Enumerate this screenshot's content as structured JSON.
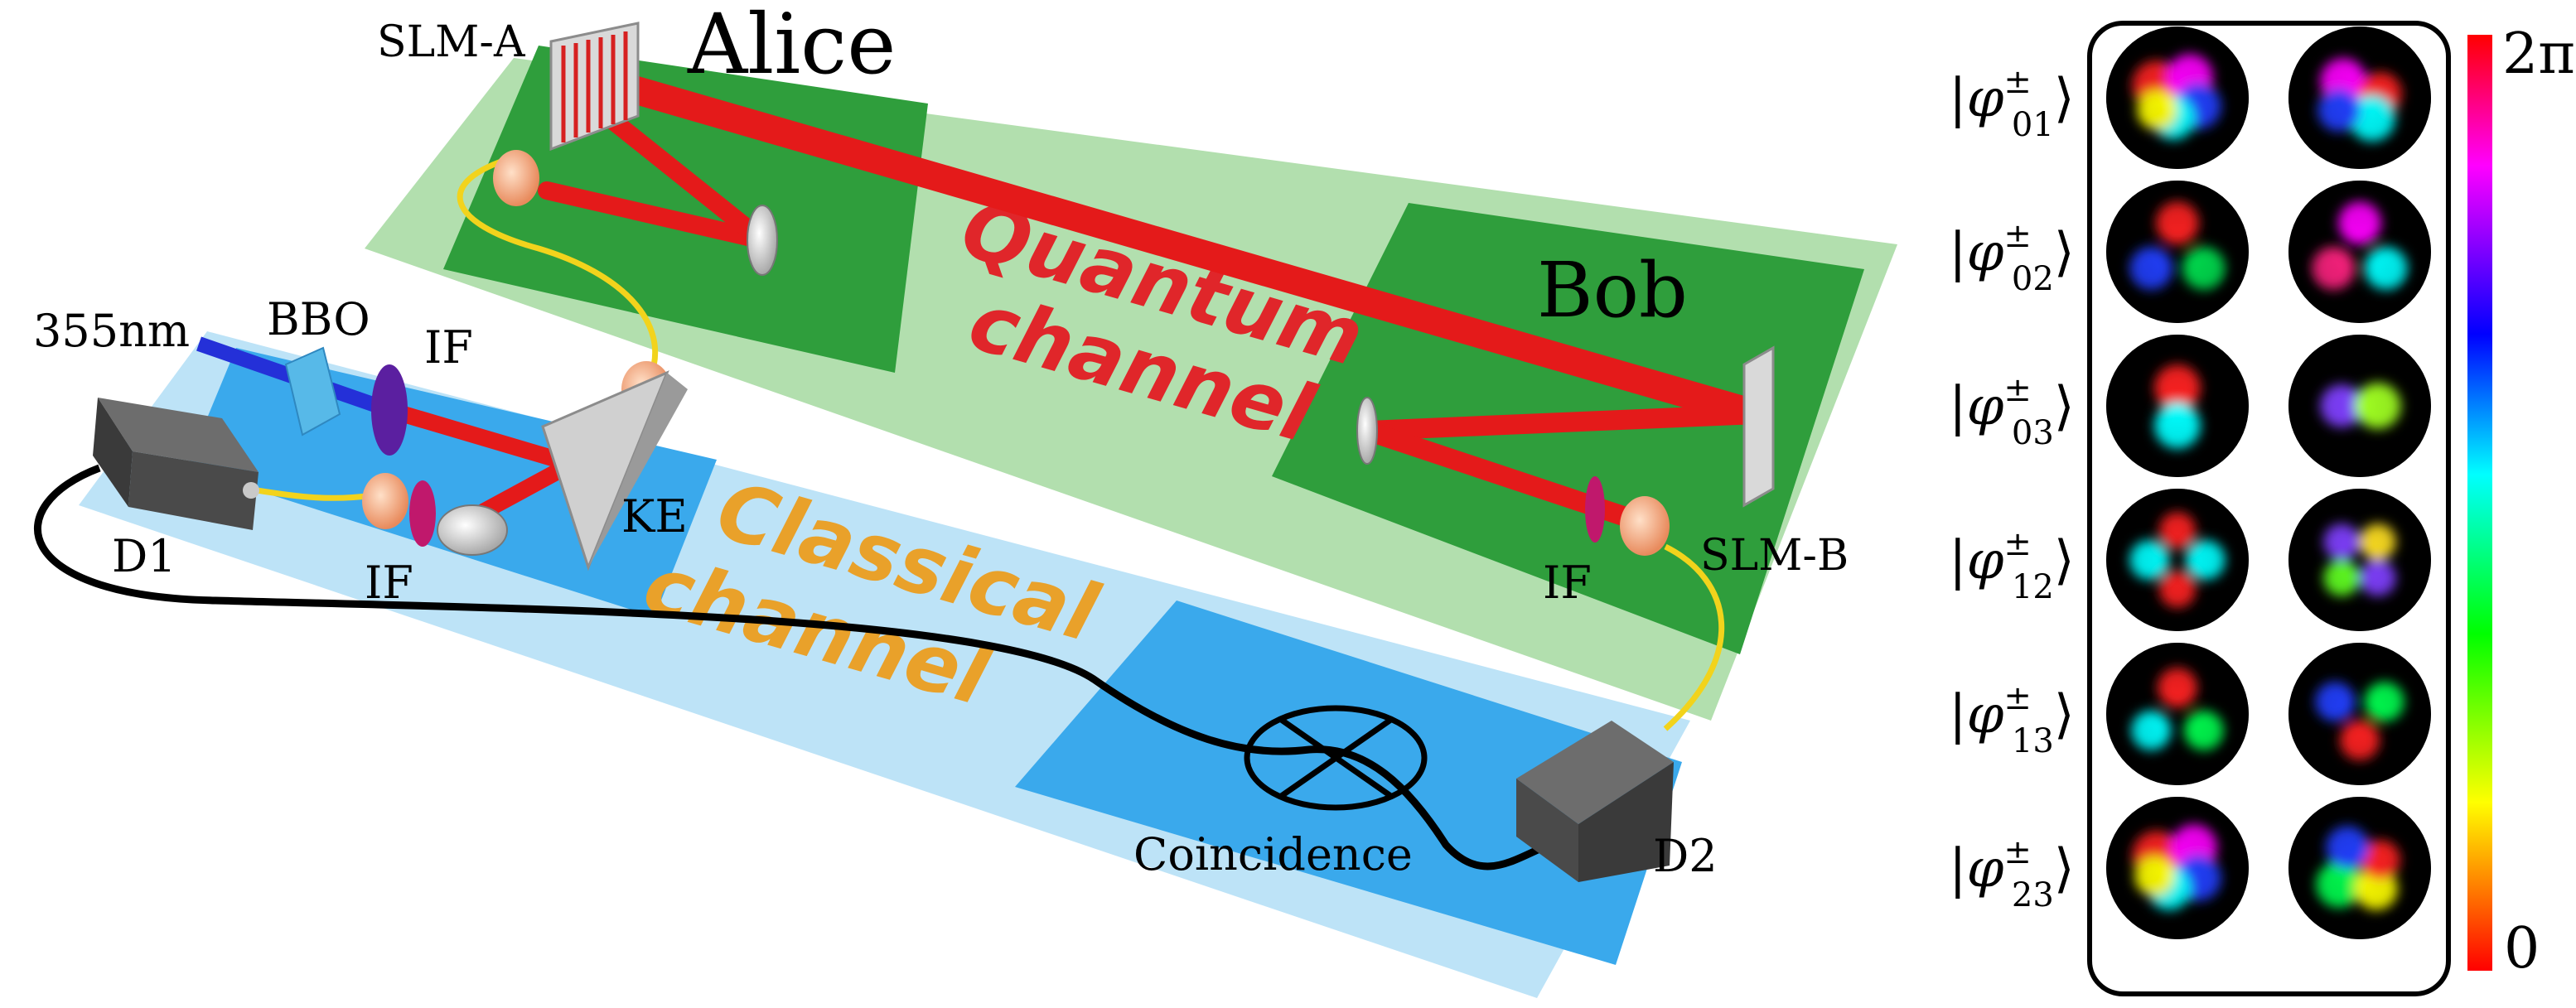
{
  "setup": {
    "labels": {
      "alice": "Alice",
      "bob": "Bob",
      "slm_a": "SLM-A",
      "slm_b": "SLM-B",
      "pump": "355nm",
      "bbo": "BBO",
      "if_top": "IF",
      "if_bottom": "IF",
      "if_bob": "IF",
      "ke": "KE",
      "d1": "D1",
      "d2": "D2",
      "coincidence": "Coincidence"
    },
    "quantum_channel": [
      "Quantum",
      "channel"
    ],
    "classical_channel": [
      "Classical",
      "channel"
    ],
    "colors": {
      "quantum_text": "#e0262a",
      "classical_text": "#e9a12a",
      "beam": "#e41a1a",
      "pump_beam": "#2430d8",
      "fiber": "#f2d31c",
      "cable": "#000000",
      "alice_bob_plane": "#2f9e3c",
      "quantum_plane": "#b2dfae",
      "classical_plane": "#bde3f7",
      "detector_plane": "#3aa9ec"
    }
  },
  "modes": {
    "rows": [
      {
        "base": "|φ",
        "sup": "±",
        "sub": "01",
        "end": "⟩"
      },
      {
        "base": "|φ",
        "sup": "±",
        "sub": "02",
        "end": "⟩"
      },
      {
        "base": "|φ",
        "sup": "±",
        "sub": "03",
        "end": "⟩"
      },
      {
        "base": "|φ",
        "sup": "±",
        "sub": "12",
        "end": "⟩"
      },
      {
        "base": "|φ",
        "sup": "±",
        "sub": "13",
        "end": "⟩"
      },
      {
        "base": "|φ",
        "sup": "±",
        "sub": "23",
        "end": "⟩"
      }
    ]
  },
  "colorbar": {
    "max_label": "2π",
    "min_label": "0",
    "stops": [
      "#ff0000",
      "#ff00ff",
      "#0000ff",
      "#00ffff",
      "#00ff00",
      "#ffff00",
      "#ff0000"
    ]
  }
}
